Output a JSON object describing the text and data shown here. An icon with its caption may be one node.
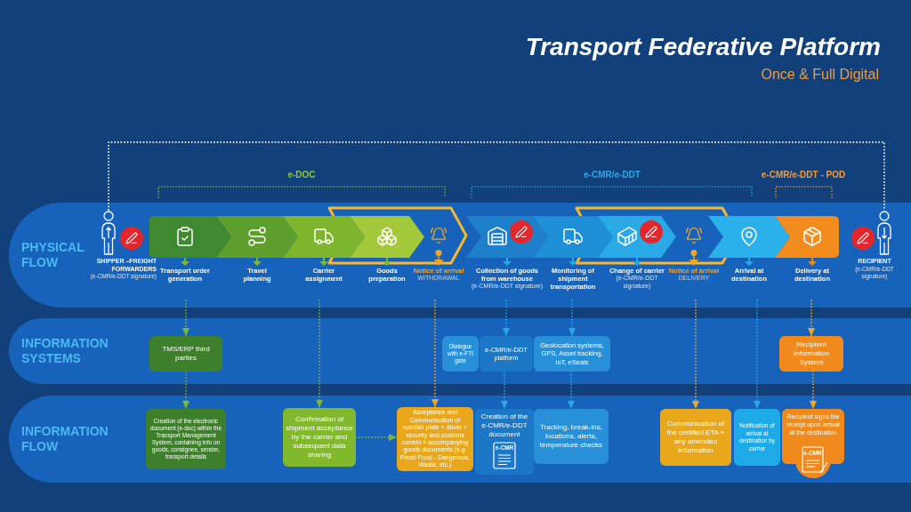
{
  "diagram": {
    "title": "Transport Federative Platform",
    "nodes": [
      {
        "text": [
          "PHYSICAL FLOW"
        ]
      },
      {
        "text": [
          "SHIPPER –FREIGHT FORWARDERS",
          "(e-CMR/e-DDT signature)"
        ],
        "in": 0
      },
      {
        "text": [
          "Transport order generation"
        ],
        "in": 0
      },
      {
        "text": [
          "Travel planning"
        ],
        "in": 0
      },
      {
        "text": [
          "Carrier assignment"
        ],
        "in": 0
      },
      {
        "text": [
          "Goods preparation"
        ],
        "in": 0
      },
      {
        "text": [
          "Notice of arrival",
          "WITHDRAWAL"
        ],
        "in": 0
      },
      {
        "text": [
          "Collection of goods from warehouse",
          "(e-CMR/e-DDT signature)"
        ],
        "in": 0
      },
      {
        "text": [
          "Monitoring of shipment transportation"
        ],
        "in": 0
      },
      {
        "text": [
          "Change of carrier",
          "(e-CMR/e-DDT signature)"
        ],
        "in": 0
      },
      {
        "text": [
          "Notice of arrival",
          "DELIVERY"
        ],
        "in": 0
      },
      {
        "text": [
          "Arrival at destination"
        ],
        "in": 0
      },
      {
        "text": [
          "Delivery at destination"
        ],
        "in": 0
      },
      {
        "text": [
          "RECIPIENT",
          "(e-CMR/e-DDT signature)"
        ],
        "in": 0
      },
      {
        "text": [
          "INFORMATION SYSTEMS"
        ]
      },
      {
        "text": [
          "TMS/ERP third parties"
        ],
        "in": 14
      },
      {
        "text": [
          "Dialogue with e-FTI gate"
        ],
        "in": 14
      },
      {
        "text": [
          "e-CMR/e-DDT platform"
        ],
        "in": 14
      },
      {
        "text": [
          "Geolocation systems, GPS, Asset tracking, IoT, eSeals"
        ],
        "in": 14
      },
      {
        "text": [
          "Recipient Information System"
        ],
        "in": 14
      },
      {
        "text": [
          "INFORMATION FLOW"
        ]
      },
      {
        "text": [
          "Creation of the electronic document (e-doc) within the Transport Management System, containing info on goods, consignee, sender, transport details"
        ],
        "in": 20
      },
      {
        "text": [
          "Confirmation of shipment acceptance by the carrier and subsequent data sharing"
        ],
        "in": 20
      },
      {
        "text": [
          "Acceptance and Communication of number plate + driver + security and customs control + accompanying goods documents (e.g. Fresh Food - Dangerous, Waste, etc.)"
        ],
        "in": 20
      },
      {
        "text": [
          "Creation of the e-CMR/e-DDT document"
        ],
        "in": 20
      },
      {
        "text": [
          "Tracking, break-ins, locations, alerts, temperature checks"
        ],
        "in": 20
      },
      {
        "text": [
          "Communication of the certified ETA + any amended information"
        ],
        "in": 20
      },
      {
        "text": [
          "Notification of arrival at destination by carrier"
        ],
        "in": 20
      },
      {
        "text": [
          "Recipient signs the receipt upon arrival at the destination"
        ],
        "in": 20
      }
    ],
    "edges": [
      {
        "from": 1,
        "to": 13,
        "arrow": "none",
        "style": "dashed",
        "color": "#ffffff"
      },
      {
        "from": 2,
        "to": 15,
        "arrow": "to",
        "style": "dashed",
        "color": "#7ab83a"
      },
      {
        "from": 15,
        "to": 21,
        "arrow": "to",
        "style": "dashed",
        "color": "#7ab83a"
      },
      {
        "from": 4,
        "to": 22,
        "arrow": "to",
        "style": "dashed",
        "color": "#7ab83a"
      },
      {
        "from": 22,
        "to": 23,
        "arrow": "to",
        "style": "dashed",
        "color": "#7ab83a"
      },
      {
        "from": 6,
        "to": 23,
        "arrow": "to",
        "style": "dashed",
        "color": "#f5a623"
      },
      {
        "from": 7,
        "to": 17,
        "arrow": "to",
        "style": "dashed"
      },
      {
        "from": 17,
        "to": 24,
        "arrow": "to",
        "style": "dashed"
      },
      {
        "from": 8,
        "to": 18,
        "arrow": "to",
        "style": "dashed"
      },
      {
        "from": 18,
        "to": 25,
        "arrow": "to",
        "style": "dashed"
      },
      {
        "from": 10,
        "to": 26,
        "arrow": "to",
        "style": "dashed",
        "color": "#f5a623"
      },
      {
        "from": 11,
        "to": 27,
        "arrow": "to",
        "style": "dashed"
      },
      {
        "from": 12,
        "to": 19,
        "arrow": "to",
        "style": "dashed",
        "color": "#f5a623"
      },
      {
        "from": 19,
        "to": 28,
        "arrow": "to",
        "style": "dashed",
        "color": "#f5a623"
      }
    ],
    "labels": [
      "Once & Full Digital",
      "e-DOC",
      "e-CMR/e-DDT",
      "e-CMR/e-DDT - POD",
      "e-CMR",
      "e-CMR"
    ]
  }
}
